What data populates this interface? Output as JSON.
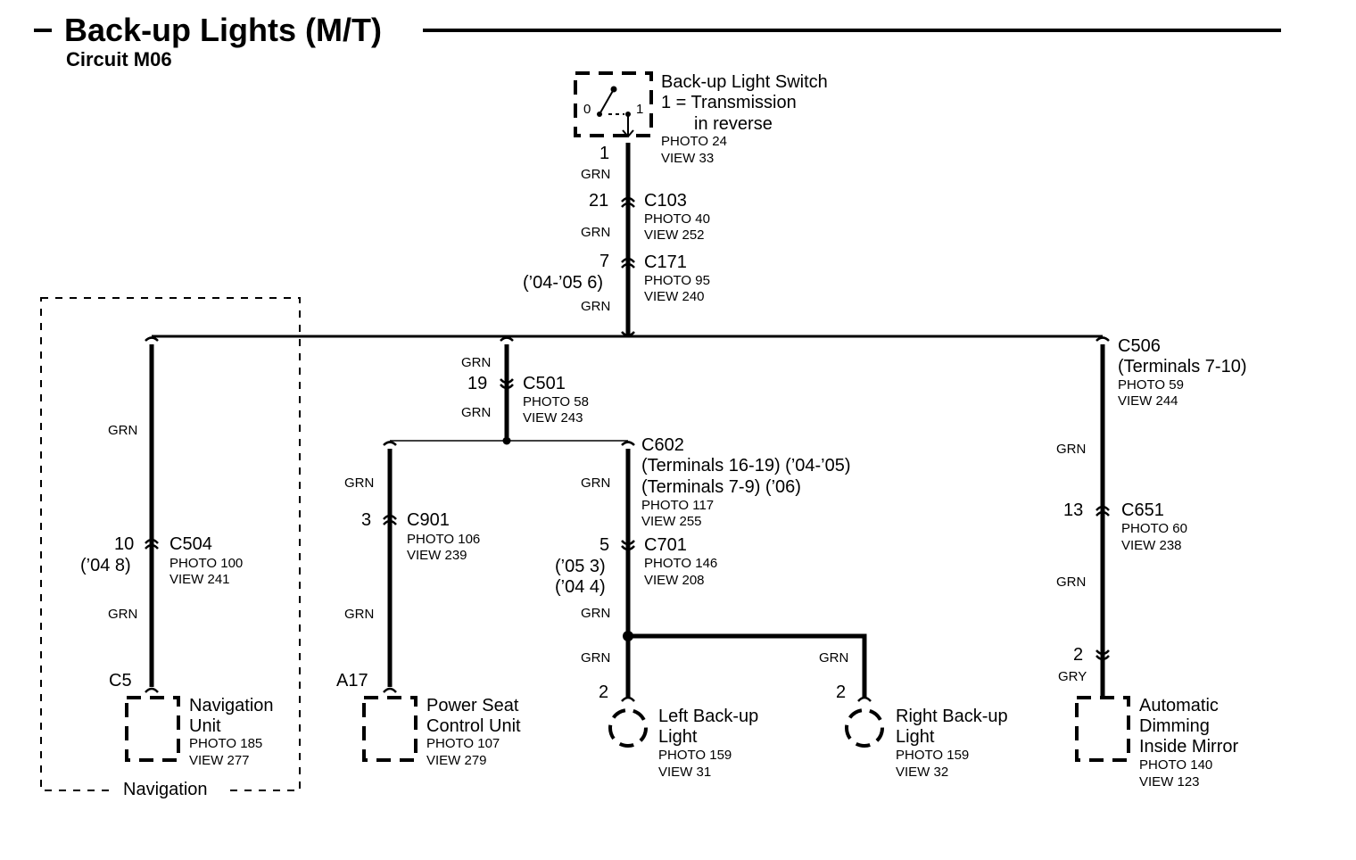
{
  "title": "Back-up Lights (M/T)",
  "circuit": "Circuit M06",
  "switch": {
    "name": "Back-up Light Switch",
    "state_line1": "1 = Transmission",
    "state_line2": "in reverse",
    "pos0": "0",
    "pos1": "1",
    "photo": "PHOTO 24",
    "view": "VIEW 33",
    "pin": "1",
    "wire": "GRN"
  },
  "c103": {
    "name": "C103",
    "pin": "21",
    "photo": "PHOTO 40",
    "view": "VIEW 252",
    "wire": "GRN"
  },
  "c171": {
    "name": "C171",
    "pin": "7",
    "alt": "(’04-’05 6)",
    "photo": "PHOTO 95",
    "view": "VIEW 240",
    "wire": "GRN"
  },
  "c501": {
    "name": "C501",
    "pin": "19",
    "photo": "PHOTO 58",
    "view": "VIEW 243",
    "wire_top": "GRN",
    "wire_bottom": "GRN"
  },
  "c504": {
    "name": "C504",
    "pin": "10",
    "alt": "(’04 8)",
    "photo": "PHOTO 100",
    "view": "VIEW 241",
    "wire_top": "GRN",
    "wire_bottom": "GRN"
  },
  "nav_unit": {
    "pin": "C5",
    "name_line1": "Navigation",
    "name_line2": "Unit",
    "photo": "PHOTO 185",
    "view": "VIEW 277",
    "group_label": "Navigation"
  },
  "c901": {
    "name": "C901",
    "pin": "3",
    "photo": "PHOTO 106",
    "view": "VIEW 239",
    "wire_top": "GRN",
    "wire_bottom": "GRN"
  },
  "seat_unit": {
    "pin": "A17",
    "name_line1": "Power Seat",
    "name_line2": "Control Unit",
    "photo": "PHOTO 107",
    "view": "VIEW 279"
  },
  "c602": {
    "name": "C602",
    "line1": "(Terminals 16-19) (’04-’05)",
    "line2": "(Terminals 7-9) (’06)",
    "photo": "PHOTO 117",
    "view": "VIEW 255",
    "wire": "GRN"
  },
  "c701": {
    "name": "C701",
    "pin": "5",
    "alt1": "(’05 3)",
    "alt2": "(’04 4)",
    "photo": "PHOTO 146",
    "view": "VIEW 208",
    "wire": "GRN"
  },
  "left_light": {
    "pin": "2",
    "wire": "GRN",
    "name_line1": "Left Back-up",
    "name_line2": "Light",
    "photo": "PHOTO 159",
    "view": "VIEW 31"
  },
  "right_light": {
    "pin": "2",
    "wire": "GRN",
    "name_line1": "Right Back-up",
    "name_line2": "Light",
    "photo": "PHOTO 159",
    "view": "VIEW 32"
  },
  "c506": {
    "name": "C506",
    "line1": "(Terminals 7-10)",
    "photo": "PHOTO 59",
    "view": "VIEW 244",
    "wire": "GRN"
  },
  "c651": {
    "name": "C651",
    "pin": "13",
    "photo": "PHOTO 60",
    "view": "VIEW 238",
    "wire": "GRN"
  },
  "mirror": {
    "pin": "2",
    "wire": "GRY",
    "name_line1": "Automatic",
    "name_line2": "Dimming",
    "name_line3": "Inside Mirror",
    "photo": "PHOTO 140",
    "view": "VIEW 123"
  }
}
